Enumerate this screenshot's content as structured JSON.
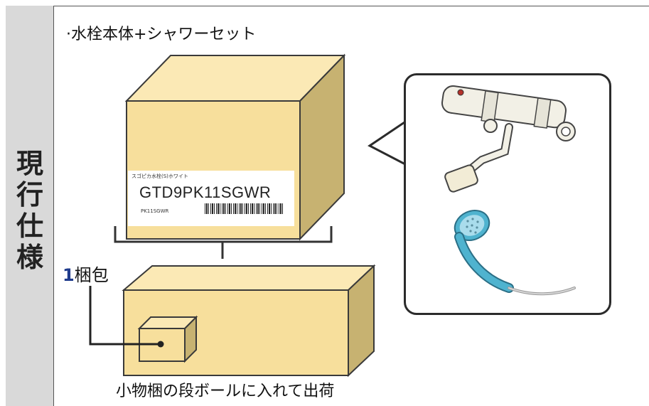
{
  "sidebar": {
    "title_chars": [
      "現",
      "行",
      "仕",
      "様"
    ]
  },
  "set_title": "·水栓本体+シャワーセット",
  "product_label": {
    "small_text": "スゴピカ水栓(S)ホワイト",
    "code": "GTD9PK11SGWR",
    "subcode": "PK11SGWR"
  },
  "package": {
    "count": "1",
    "unit": "梱包"
  },
  "caption": "小物梱の段ボールに入れて出荷",
  "colors": {
    "box_front": "#f7df9c",
    "box_top": "#fbe9b5",
    "box_side": "#c7b271",
    "sidebar_bg": "#d9d9d9",
    "accent_blue": "#1f3b8c",
    "shower_blue": "#4fb3cf"
  },
  "icons": {
    "faucet": "faucet-icon",
    "shower_head": "shower-head-icon"
  }
}
